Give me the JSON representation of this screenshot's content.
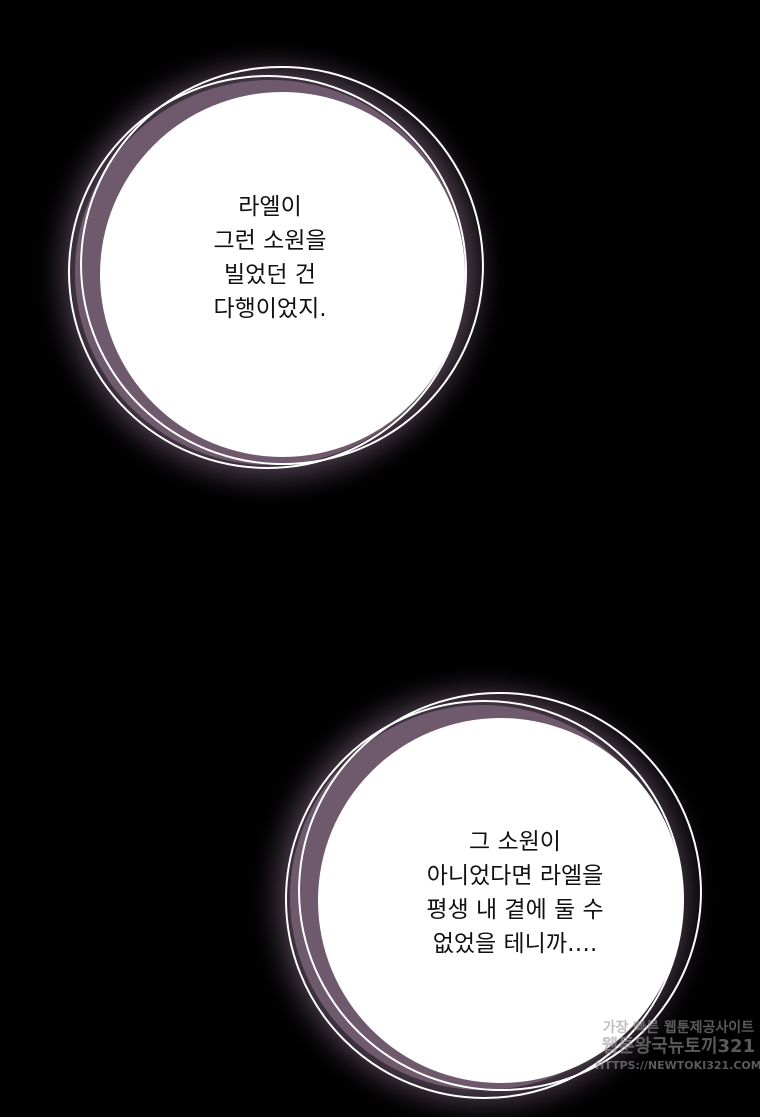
{
  "bubbles": [
    {
      "lines": [
        "라엘이",
        "그런 소원을",
        "빌었던 건",
        "다행이었지."
      ]
    },
    {
      "lines": [
        "그 소원이",
        "아니었다면 라엘을",
        "평생 내 곁에 둘 수",
        "없었을 테니까…."
      ]
    }
  ],
  "watermark": {
    "line1": "가장 빠른 웹툰제공사이트",
    "line2": "웹툰왕국뉴토끼321",
    "line3": "HTTPS://NEWTOKI321.COM"
  }
}
